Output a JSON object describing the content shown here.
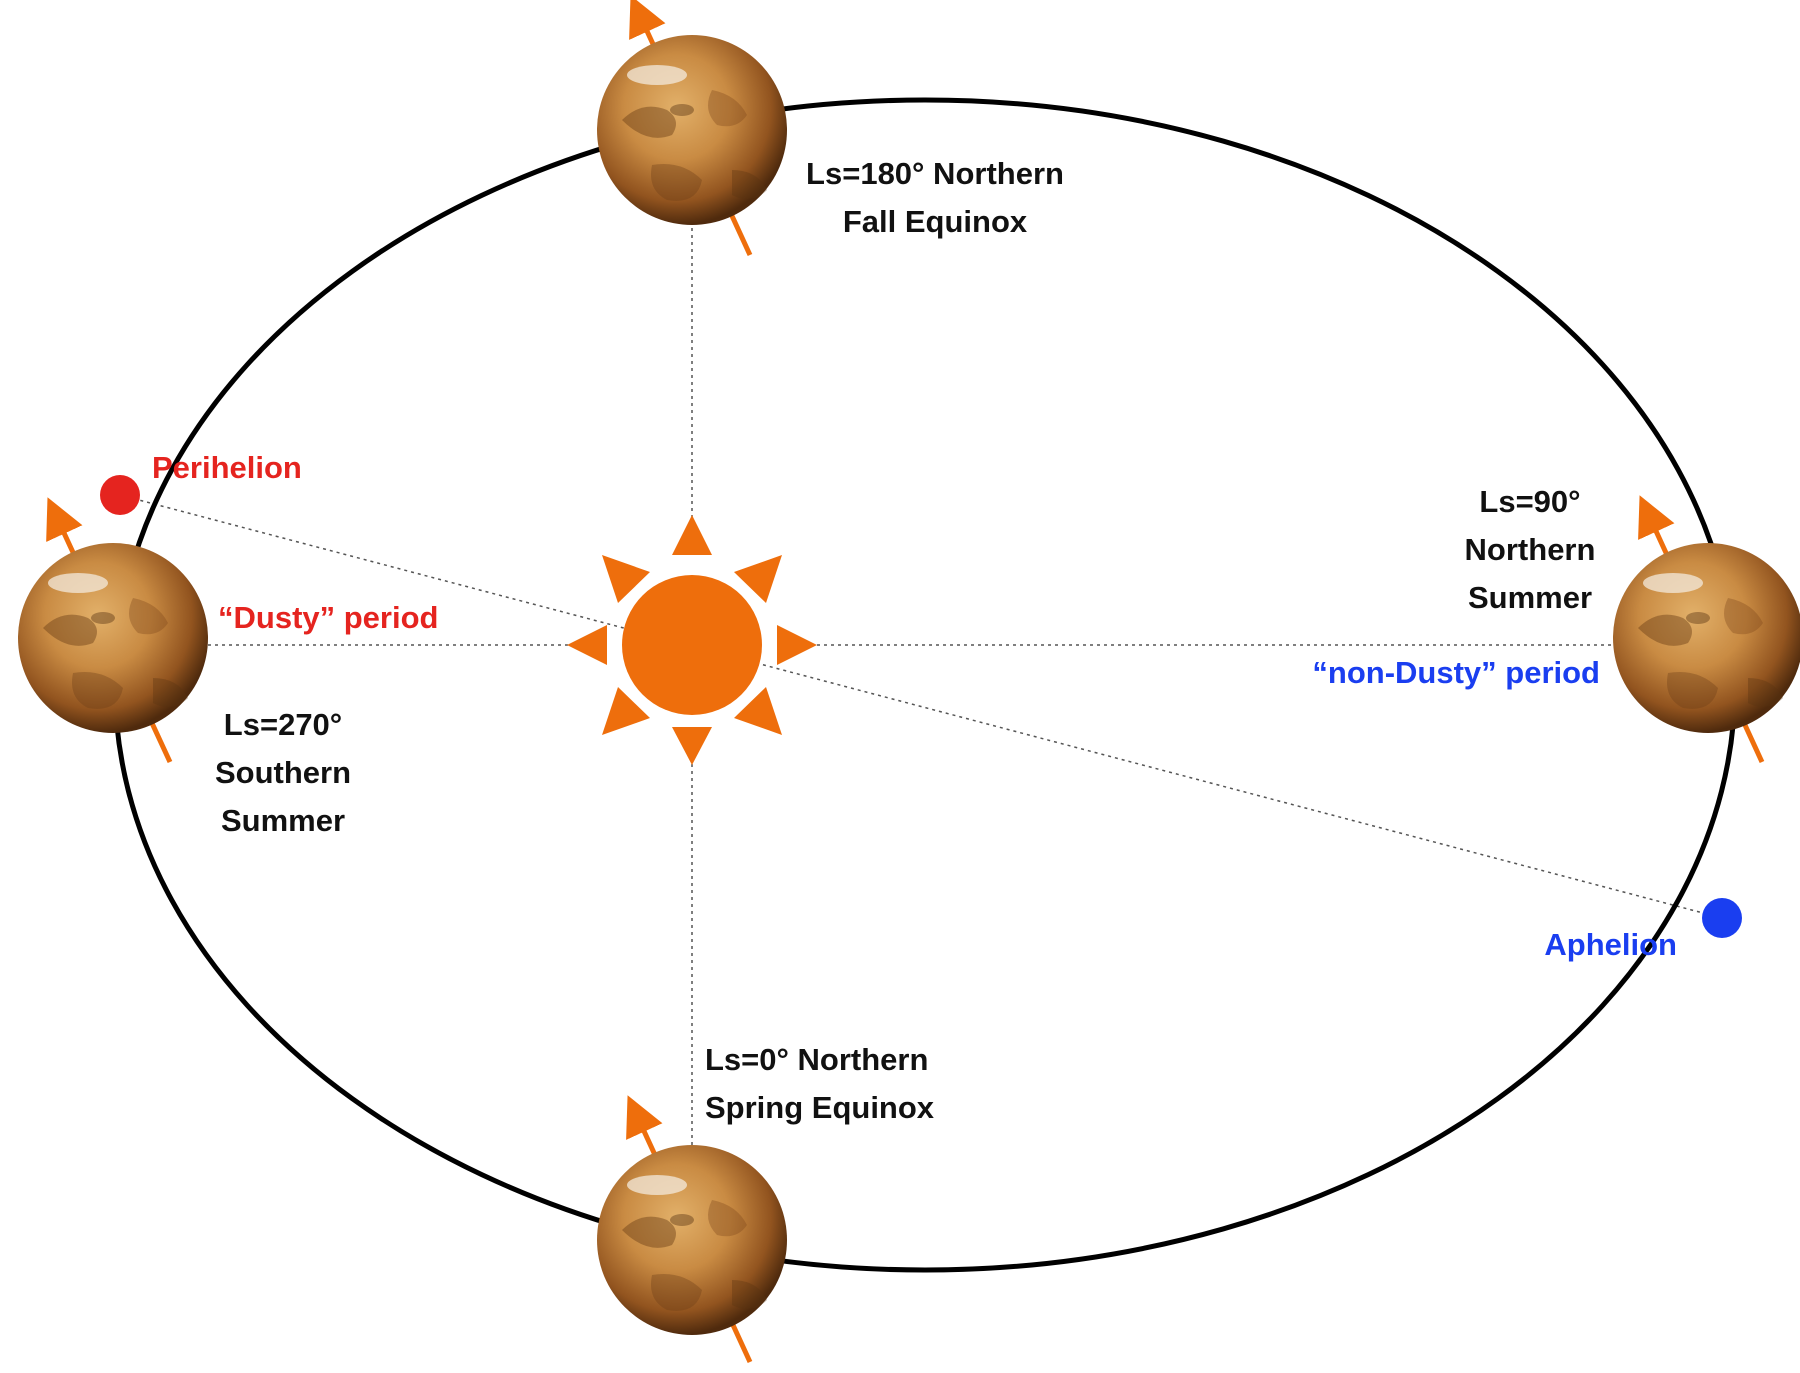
{
  "labels": {
    "fall_line1": "Ls=180° Northern",
    "fall_line2": "Fall Equinox",
    "summer_n_line1": "Ls=90°",
    "summer_n_line2": "Northern",
    "summer_n_line3": "Summer",
    "summer_s_line1": "Ls=270°",
    "summer_s_line2": "Southern",
    "summer_s_line3": "Summer",
    "spring_line1": "Ls=0° Northern",
    "spring_line2": "Spring Equinox",
    "perihelion": "Perihelion",
    "aphelion": "Aphelion",
    "dusty_period": "“Dusty” period",
    "non_dusty_period": "“non-Dusty” period"
  },
  "colors": {
    "orbit": "#000000",
    "sun": "#ee6e0c",
    "axis_arrow": "#ee6e0c",
    "perihelion": "#e5241f",
    "aphelion": "#1a3ef0",
    "mars_light": "#d8a35c",
    "mars_mid": "#a8692a",
    "mars_dark": "#5a3312",
    "guide_line": "#555555"
  },
  "icons": {
    "sun": "sun-icon",
    "planet": "mars-planet-icon"
  }
}
